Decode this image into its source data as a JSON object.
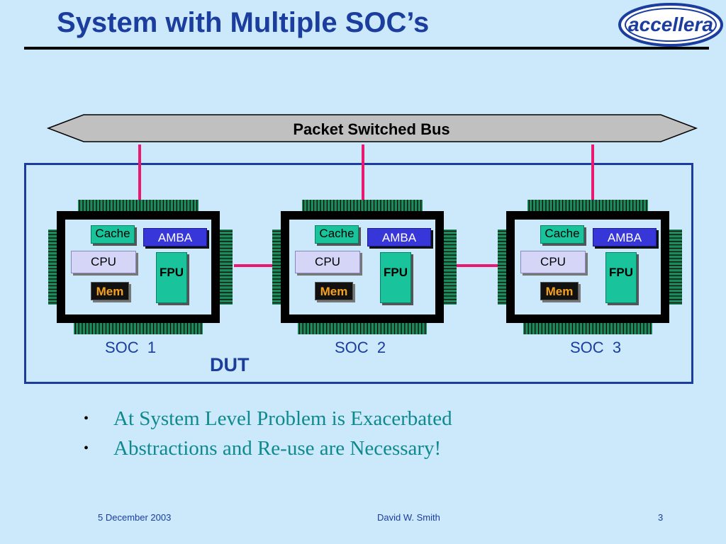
{
  "slide": {
    "title": "System with Multiple SOC’s",
    "logo_text": "accellera"
  },
  "diagram": {
    "bus_label": "Packet Switched Bus",
    "dut_label": "DUT",
    "socs": [
      {
        "label": "SOC  1",
        "cache": "Cache",
        "amba": "AMBA",
        "cpu": "CPU",
        "fpu": "FPU",
        "mem": "Mem"
      },
      {
        "label": "SOC  2",
        "cache": "Cache",
        "amba": "AMBA",
        "cpu": "CPU",
        "fpu": "FPU",
        "mem": "Mem"
      },
      {
        "label": "SOC  3",
        "cache": "Cache",
        "amba": "AMBA",
        "cpu": "CPU",
        "fpu": "FPU",
        "mem": "Mem"
      }
    ],
    "colors": {
      "background": "#cce8fb",
      "title": "#1a3d9e",
      "bus_fill": "#c0c0c0",
      "link": "#e8196e",
      "chip_body": "#000000",
      "pins": "#1e8a5c",
      "cache_fpu": "#19c49c",
      "amba": "#3636d9",
      "cpu": "#d5d5f7",
      "mem_text": "#f7a21a",
      "bullet_text": "#0e8a8e"
    }
  },
  "bullets": [
    "At System Level Problem is Exacerbated",
    "Abstractions and Re-use are Necessary!"
  ],
  "footer": {
    "date": "5 December 2003",
    "author": "David W. Smith",
    "page": "3"
  }
}
